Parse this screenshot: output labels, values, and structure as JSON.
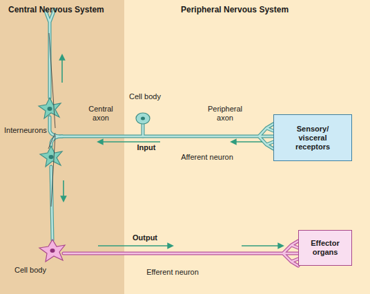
{
  "diagram": {
    "nodes": [
      {
        "text": [
          "Central Nervous System"
        ]
      },
      {
        "text": [
          "Peripheral Nervous System"
        ]
      },
      {
        "text": [
          "Sensory/ visceral receptors"
        ],
        "in": 1
      },
      {
        "text": [
          "Effector organs"
        ],
        "in": 1
      }
    ],
    "labels": [
      "Interneurons",
      "Cell body",
      "Central axon",
      "Peripheral axon",
      "Input",
      "Afferent neuron",
      "Output",
      "Cell body",
      "Efferent neuron"
    ]
  }
}
